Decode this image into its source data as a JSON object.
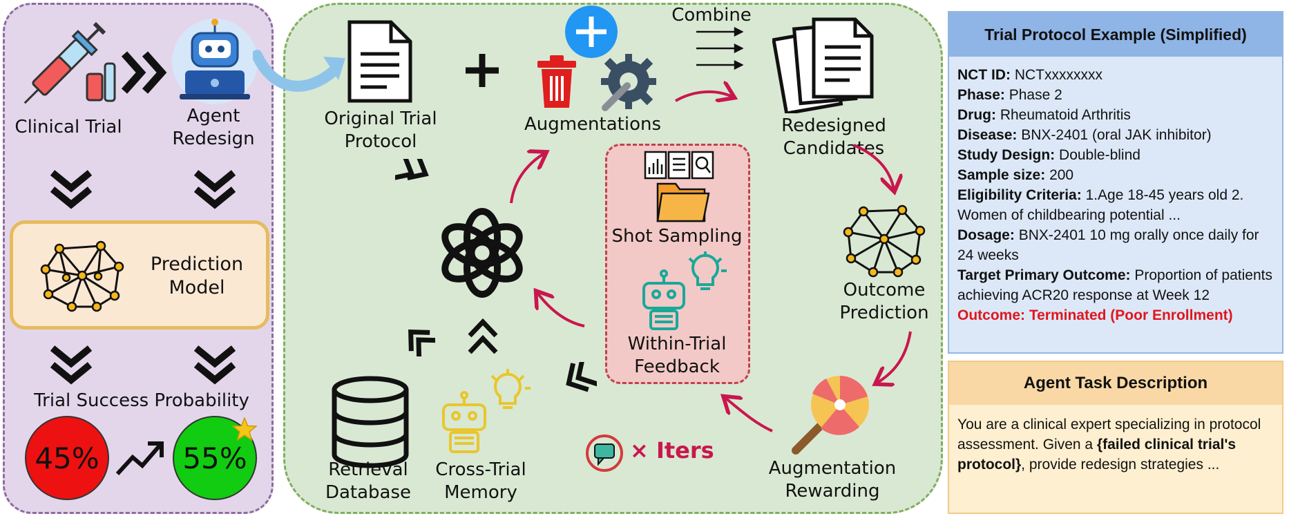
{
  "left": {
    "clinical_trial": "Clinical Trial",
    "agent_redesign": "Agent\nRedesign",
    "prediction_model": "Prediction\nModel",
    "trial_success_probability": "Trial Success Probability",
    "before_pct": "45%",
    "after_pct": "55%"
  },
  "middle": {
    "original_protocol": "Original Trial\nProtocol",
    "combine": "Combine",
    "augmentations": "Augmentations",
    "redesigned_candidates": "Redesigned Candidates",
    "shot_sampling": "Shot Sampling",
    "within_trial_feedback": "Within-Trial\nFeedback",
    "outcome_prediction": "Outcome\nPrediction",
    "augmentation_rewarding": "Augmentation\nRewarding",
    "iters": "× Iters",
    "retrieval_database": "Retrieval\nDatabase",
    "cross_trial_memory": "Cross-Trial\nMemory"
  },
  "protocol": {
    "title": "Trial Protocol Example (Simplified)",
    "nct_key": "NCT ID:",
    "nct_val": " NCTxxxxxxxx",
    "phase_key": "Phase:",
    "phase_val": " Phase 2",
    "drug_key": "Drug:",
    "drug_val": " Rheumatoid Arthritis",
    "disease_key": "Disease:",
    "disease_val": " BNX-2401 (oral JAK inhibitor)",
    "design_key": "Study Design:",
    "design_val": " Double-blind",
    "sample_key": "Sample size:",
    "sample_val": " 200",
    "elig_key": "Eligibility Criteria:",
    "elig_val": " 1.Age 18-45 years old 2. Women of childbearing potential ...",
    "dosage_key": "Dosage:",
    "dosage_val": " BNX-2401 10 mg orally once daily for 24 weeks",
    "target_key": "Target Primary Outcome:",
    "target_val": " Proportion of patients achieving ACR20 response at Week 12",
    "outcome": "Outcome: Terminated (Poor Enrollment)"
  },
  "task": {
    "title": "Agent Task Description",
    "text_1": "You are a clinical expert specializing in protocol assessment. Given a ",
    "text_bold": "{failed clinical trial's protocol}",
    "text_2": ", provide redesign strategies ..."
  },
  "colors": {
    "left_panel": "#e3d6ea",
    "mid_panel": "#d9e8d3",
    "arrow": "#c8174e",
    "red_circle": "#ee1111",
    "green_circle": "#11cc11",
    "outcome_red": "#e0161c"
  }
}
